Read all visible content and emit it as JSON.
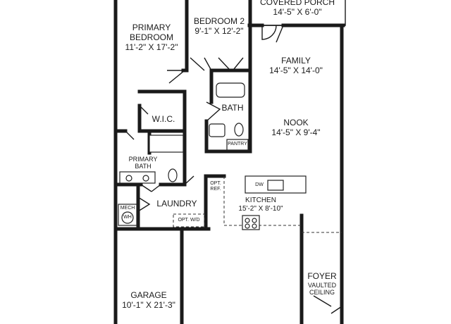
{
  "rooms": {
    "covered_porch": {
      "name": "COVERED PORCH",
      "dims": "14'-5\" X 6'-0\""
    },
    "primary_bedroom": {
      "name1": "PRIMARY",
      "name2": "BEDROOM",
      "dims": "11'-2\" X 17'-2\""
    },
    "bedroom2": {
      "name": "BEDROOM 2",
      "dims": "9'-1\" X 12'-2\""
    },
    "family": {
      "name": "FAMILY",
      "dims": "14'-5\" X 14'-0\""
    },
    "wic": {
      "name": "W.I.C."
    },
    "bath": {
      "name": "BATH"
    },
    "nook": {
      "name": "NOOK",
      "dims": "14'-5\" X 9'-4\""
    },
    "pantry": {
      "name": "PANTRY"
    },
    "primary_bath": {
      "name1": "PRIMARY",
      "name2": "BATH"
    },
    "laundry": {
      "name": "LAUNDRY"
    },
    "mech": {
      "name": "MECH"
    },
    "wh": {
      "name": "WH"
    },
    "opt_wd": {
      "name": "OPT. W/D"
    },
    "opt_ref": {
      "name1": "OPT.",
      "name2": "REF."
    },
    "dw": {
      "name": "DW"
    },
    "kitchen": {
      "name": "KITCHEN",
      "dims": "15'-2\" X 8'-10\""
    },
    "garage": {
      "name": "GARAGE",
      "dims": "10'-1\" X 21'-3\""
    },
    "foyer": {
      "name": "FOYER",
      "note1": "VAULTED",
      "note2": "CEILING"
    }
  },
  "colors": {
    "wall": "#1a1a1a",
    "background": "#ffffff"
  }
}
